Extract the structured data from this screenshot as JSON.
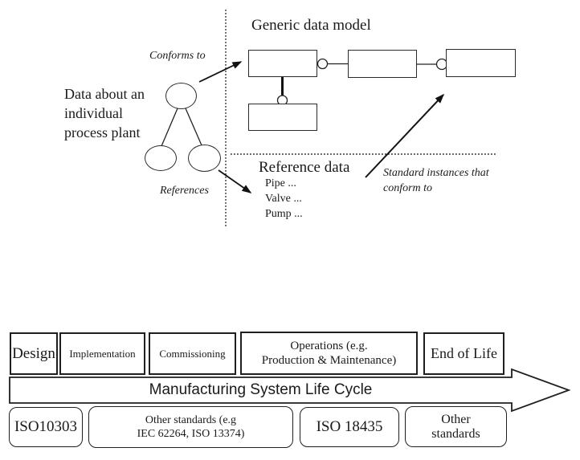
{
  "colors": {
    "ink": "#1a1a1a",
    "background": "#ffffff"
  },
  "top_diagram": {
    "generic_model_title": "Generic data model",
    "plant_label_lines": [
      "Data about an",
      "individual",
      "process plant"
    ],
    "conforms_to_label": "Conforms to",
    "references_label": "References",
    "reference_data_title": "Reference data",
    "reference_items": [
      "Pipe ...",
      "Valve ...",
      "Pump ..."
    ],
    "standard_instances_lines": [
      "Standard instances that",
      "conform to"
    ]
  },
  "lifecycle": {
    "stages": [
      {
        "lines": [
          "Design"
        ]
      },
      {
        "lines": [
          "Implementation"
        ]
      },
      {
        "lines": [
          "Commissioning"
        ]
      },
      {
        "lines": [
          "Operations  (e.g.",
          "Production & Maintenance)"
        ]
      },
      {
        "lines": [
          "End of Life"
        ]
      }
    ],
    "arrow_label": "Manufacturing System Life Cycle",
    "standards": [
      {
        "lines": [
          "ISO10303"
        ]
      },
      {
        "lines": [
          "Other standards (e.g",
          "IEC 62264, ISO 13374)"
        ]
      },
      {
        "lines": [
          "ISO 18435"
        ]
      },
      {
        "lines": [
          "Other",
          "standards"
        ]
      }
    ]
  }
}
